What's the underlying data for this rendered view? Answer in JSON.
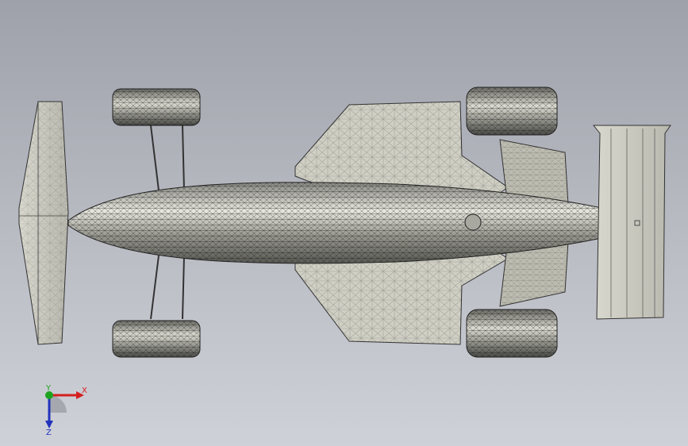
{
  "viewport": {
    "background_top": "#9ea1aa",
    "background_bottom": "#cfd1d8"
  },
  "model": {
    "body_color": "#c9c9be",
    "wireframe_color": "#2a2a2a",
    "tire_color": "#cfcfc5"
  },
  "triad": {
    "x_label": "X",
    "y_label": "Y",
    "z_label": "Z",
    "x_color": "#d42020",
    "y_color": "#1fa31f",
    "z_color": "#2233bb"
  }
}
